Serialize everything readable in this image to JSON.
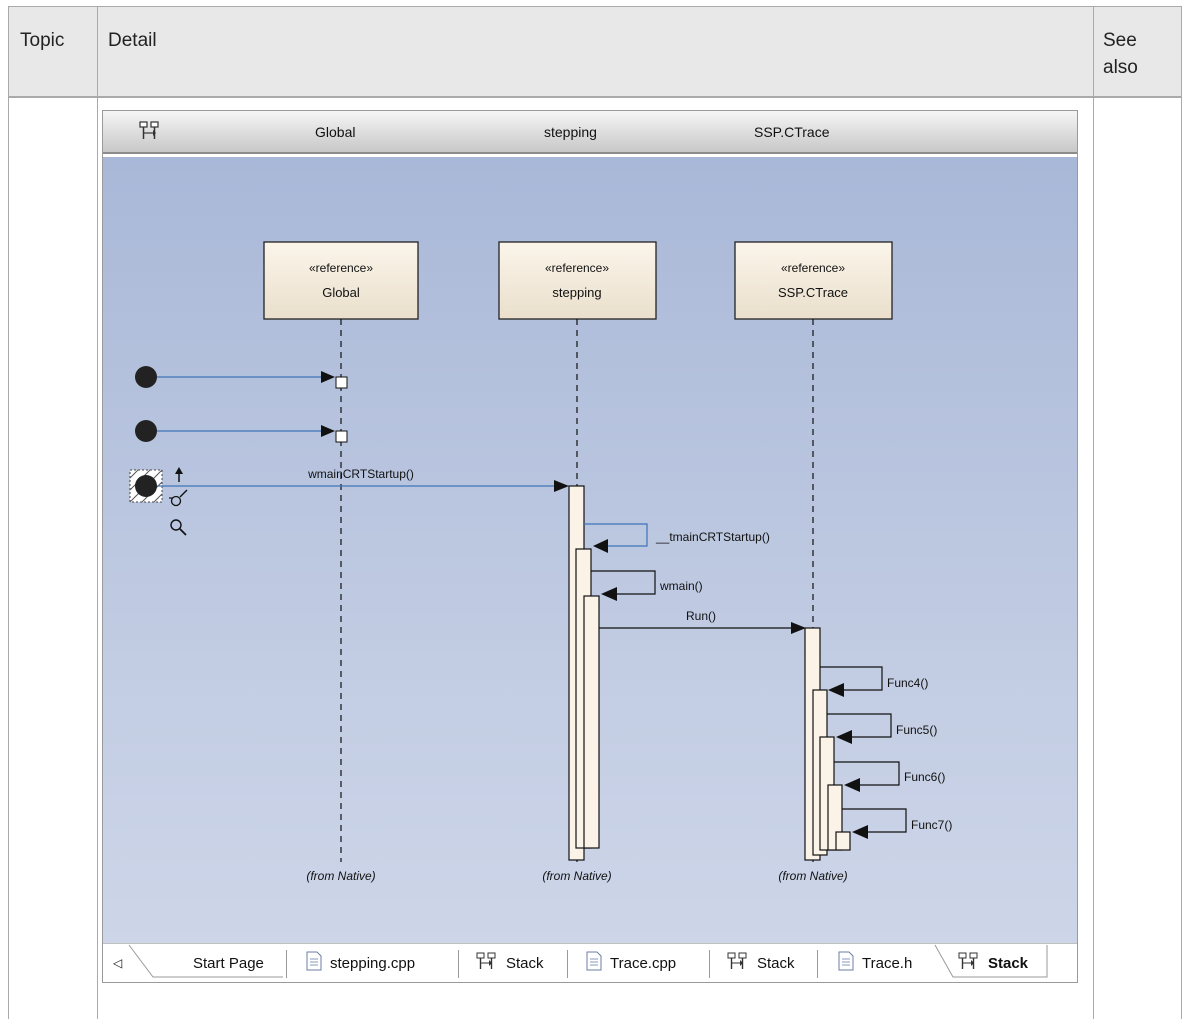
{
  "table": {
    "col_topic": "Topic",
    "col_detail": "Detail",
    "col_see_also_1": "See",
    "col_see_also_2": "also"
  },
  "diagram_window": {
    "title_icon": "sequence-diagram-icon",
    "header_labels": [
      "Global",
      "stepping",
      "SSP.CTrace"
    ],
    "lifelines": [
      {
        "stereotype": "«reference»",
        "name": "Global",
        "origin": "(from Native)"
      },
      {
        "stereotype": "«reference»",
        "name": "stepping",
        "origin": "(from Native)"
      },
      {
        "stereotype": "«reference»",
        "name": "SSP.CTrace",
        "origin": "(from Native)"
      }
    ],
    "messages": [
      {
        "label": "wmainCRTStartup()"
      },
      {
        "label": "__tmainCRTStartup()"
      },
      {
        "label": "wmain()"
      },
      {
        "label": "Run()"
      },
      {
        "label": "Func4()"
      },
      {
        "label": "Func5()"
      },
      {
        "label": "Func6()"
      },
      {
        "label": "Func7()"
      }
    ],
    "tools": [
      "up-arrow-icon",
      "brush-icon",
      "magnifier-icon"
    ],
    "tabs": [
      {
        "label": "Start Page",
        "icon": ""
      },
      {
        "label": "stepping.cpp",
        "icon": "document-icon"
      },
      {
        "label": "Stack",
        "icon": "sequence-diagram-icon"
      },
      {
        "label": "Trace.cpp",
        "icon": "document-icon"
      },
      {
        "label": "Stack",
        "icon": "sequence-diagram-icon"
      },
      {
        "label": "Trace.h",
        "icon": "document-icon"
      },
      {
        "label": "Stack",
        "icon": "sequence-diagram-icon",
        "active": true
      }
    ]
  }
}
